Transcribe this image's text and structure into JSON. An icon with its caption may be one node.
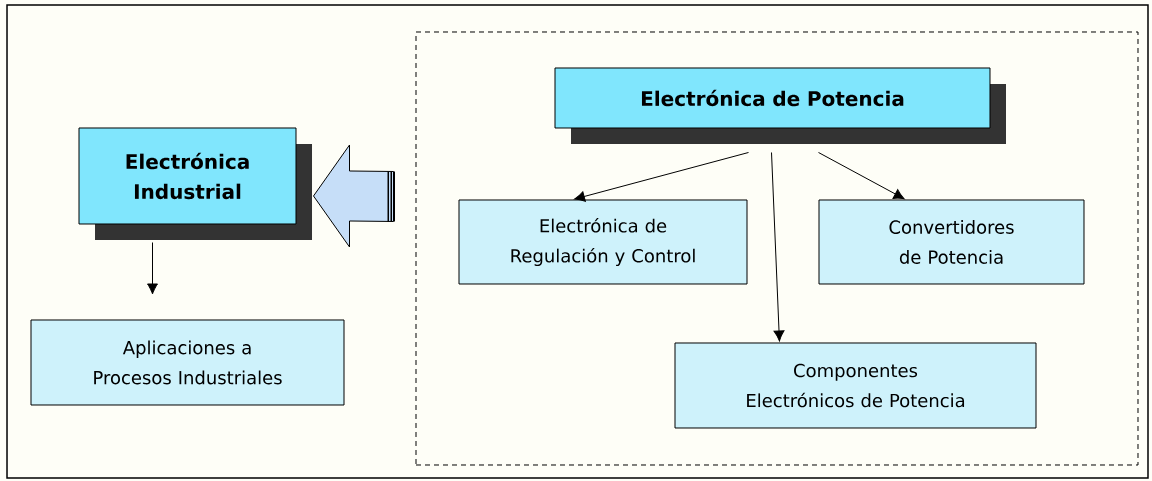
{
  "diagram": {
    "nodes": [
      {
        "text": [
          "Electrónica Industrial"
        ]
      },
      {
        "text": [
          "Aplicaciones a Procesos Industriales"
        ]
      },
      {
        "text": [],
        "shape": "box"
      },
      {
        "text": [
          "Electrónica de Potencia"
        ],
        "in": 2
      },
      {
        "text": [
          "Electrónica de Regulación y Control"
        ],
        "in": 2
      },
      {
        "text": [
          "Convertidores de Potencia"
        ],
        "in": 2
      },
      {
        "text": [
          "Componentes Electrónicos de Potencia"
        ],
        "in": 2
      }
    ],
    "edges": [
      {
        "from": 0,
        "to": 1,
        "arrow": "to"
      },
      {
        "from": 2,
        "to": 0,
        "arrow": "to",
        "style": "thick",
        "color": "#c6def8"
      },
      {
        "from": 3,
        "to": 4,
        "arrow": "to"
      },
      {
        "from": 3,
        "to": 6,
        "arrow": "to"
      },
      {
        "from": 3,
        "to": 5,
        "arrow": "to"
      }
    ]
  }
}
